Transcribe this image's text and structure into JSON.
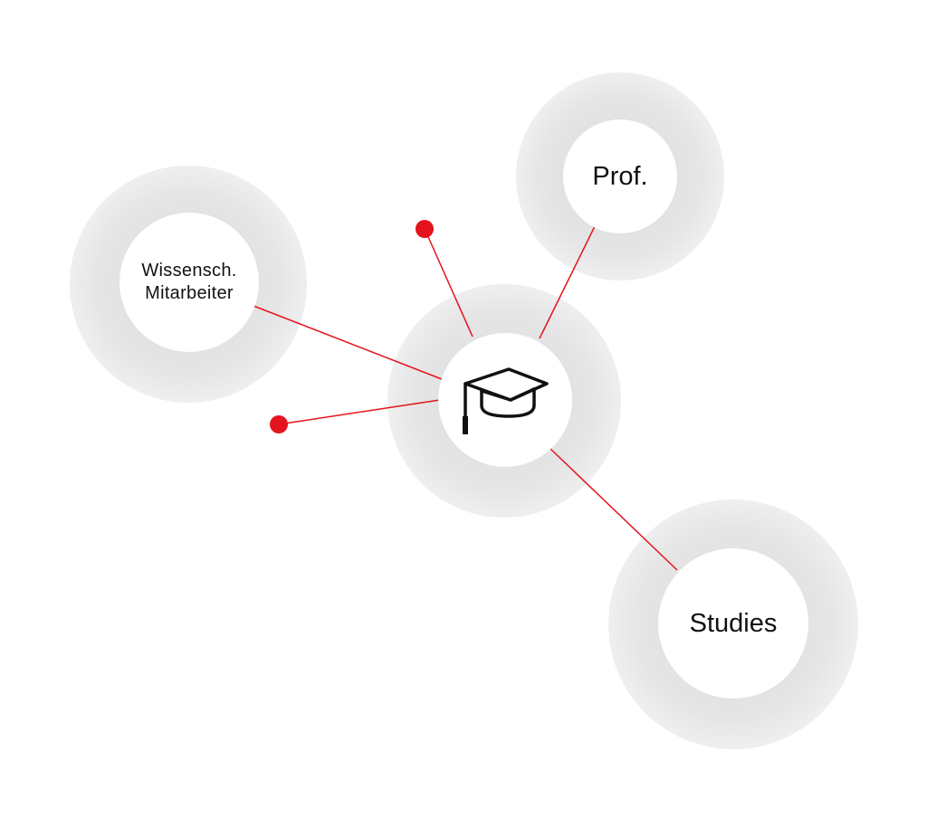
{
  "diagram": {
    "center": {
      "icon": "graduation-cap-icon"
    },
    "nodes": [
      {
        "id": "prof",
        "label": "Prof."
      },
      {
        "id": "wiss",
        "line1": "Wissensch.",
        "line2": "Mitarbeiter"
      },
      {
        "id": "studies",
        "label": "Studies"
      }
    ],
    "colors": {
      "connector": "#e3141d",
      "dot": "#e3141d",
      "text": "#111111",
      "halo": "#e6e6e6"
    }
  }
}
